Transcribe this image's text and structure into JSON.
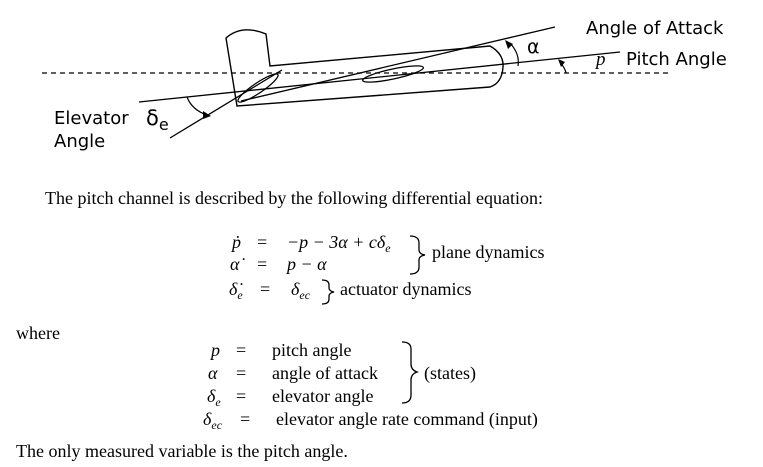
{
  "diagram": {
    "label_angle_of_attack": "Angle of Attack",
    "label_pitch_angle": "Pitch Angle",
    "label_elevator": "Elevator",
    "label_angle": "Angle",
    "symbol_alpha": "α",
    "symbol_p": "p",
    "symbol_delta": "δ",
    "symbol_delta_sub": "e"
  },
  "text": {
    "intro": "The pitch channel is described by the following differential equation:",
    "where": "where",
    "final": "The only measured variable is the pitch angle."
  },
  "equations": {
    "eq1_lhs": "ṗ",
    "eq1_rhs": "−p − 3α + cδ",
    "eq1_rhs_sub": "e",
    "eq2_lhs": "α̇",
    "eq2_rhs": "p − α",
    "eq3_lhs": "δ̇",
    "eq3_lhs_sub": "e",
    "eq3_rhs": "δ",
    "eq3_rhs_sub": "ec",
    "equals": "=",
    "plane_label": "plane dynamics",
    "actuator_label": "actuator dynamics"
  },
  "definitions": {
    "d1_sym": "p",
    "d1_text": "pitch angle",
    "d2_sym": "α",
    "d2_text": "angle of attack",
    "d3_sym": "δ",
    "d3_sub": "e",
    "d3_text": "elevator angle",
    "d4_sym": "δ",
    "d4_sub": "ec",
    "d4_text": "elevator angle rate command (input)",
    "equals": "=",
    "states_label": "(states)"
  }
}
